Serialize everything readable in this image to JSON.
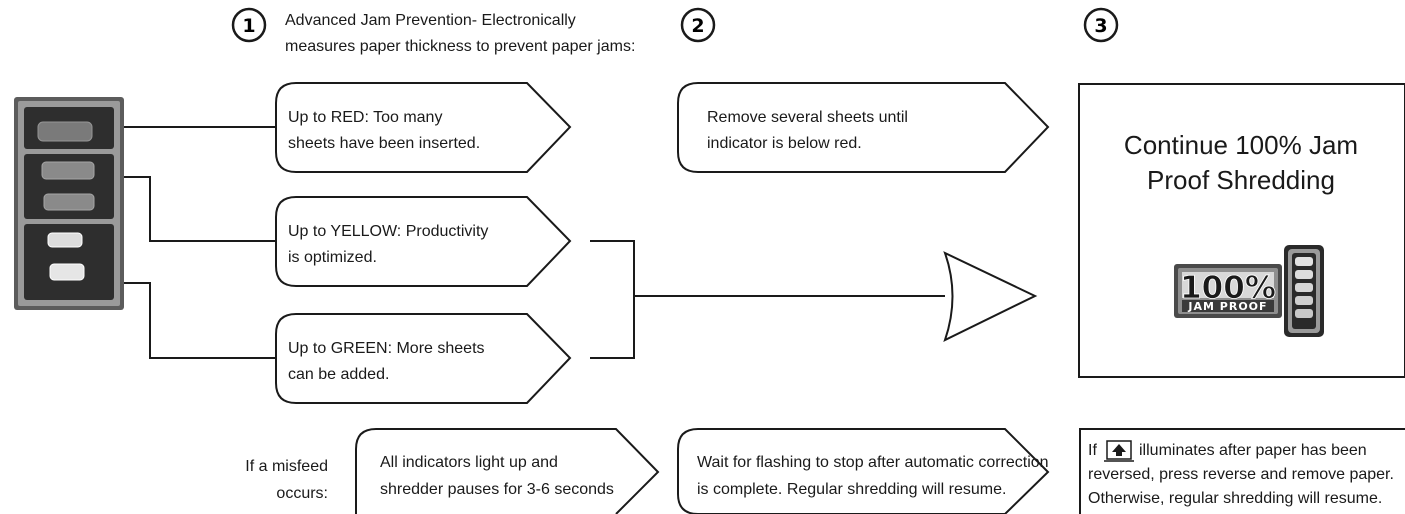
{
  "steps": [
    {
      "number": "1",
      "title_line1": "Advanced Jam Prevention- Electronically",
      "title_line2": "measures paper thickness to prevent paper jams:"
    },
    {
      "number": "2"
    },
    {
      "number": "3"
    }
  ],
  "indicator_levels": [
    {
      "line1": "Up to RED: Too many",
      "line2": "sheets have been inserted."
    },
    {
      "line1": "Up to YELLOW: Productivity",
      "line2": "is optimized."
    },
    {
      "line1": "Up to GREEN: More sheets",
      "line2": "can be added."
    }
  ],
  "red_action": {
    "line1": "Remove several sheets until",
    "line2": "indicator is below red."
  },
  "result_box": {
    "title_line1": "Continue 100% Jam",
    "title_line2": "Proof Shredding",
    "badge_number": "100%",
    "badge_subtext": "JAM PROOF"
  },
  "misfeed": {
    "label_line1": "If a misfeed",
    "label_line2": "occurs:",
    "step1": {
      "line1": "All indicators light up and",
      "line2": "shredder pauses for 3-6 seconds"
    },
    "step2": {
      "line1": "Wait for flashing to stop after automatic correction",
      "line2": "is complete. Regular shredding will resume."
    },
    "step3": {
      "line1_prefix": "If",
      "line1_suffix": "illuminates after paper has been",
      "line2": "reversed, press reverse and remove paper.",
      "line3": "Otherwise, regular shredding will resume."
    }
  },
  "icons": {
    "indicator_panel": "sheet-thickness-indicator-icon",
    "reverse_icon": "reverse-paper-icon",
    "badge_icon": "jam-proof-badge-icon"
  }
}
